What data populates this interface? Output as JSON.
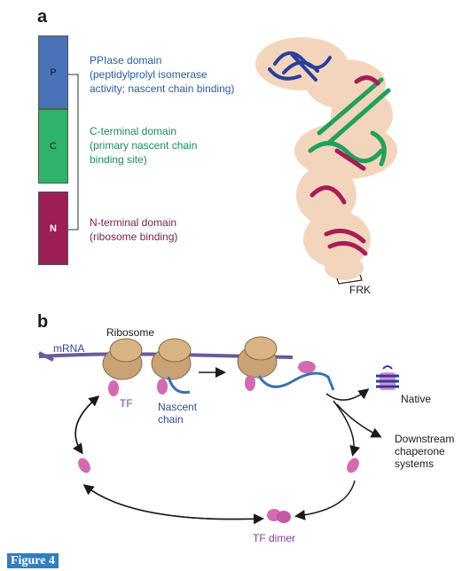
{
  "panel_a": {
    "letter": "a",
    "domains": [
      {
        "letter": "P",
        "label_lines": [
          "PPIase domain",
          "(peptidylprolyl isomerase",
          "activity; nascent chain binding)"
        ],
        "color": "#4a72b8"
      },
      {
        "letter": "C",
        "label_lines": [
          "C-terminal domain",
          "(primary nascent chain",
          "binding site)"
        ],
        "color": "#2fb36a"
      },
      {
        "letter": "N",
        "label_lines": [
          "N-terminal domain",
          "(ribosome binding)"
        ],
        "color": "#9b1f55"
      }
    ],
    "structure_label": "FRK"
  },
  "panel_b": {
    "letter": "b",
    "labels": {
      "ribosome": "Ribosome",
      "mrna": "mRNA",
      "tf": "TF",
      "nascent_line1": "Nascent",
      "nascent_line2": "chain",
      "native": "Native",
      "downstream_line1": "Downstream",
      "downstream_line2": "chaperone",
      "downstream_line3": "systems",
      "tf_dimer": "TF dimer"
    }
  },
  "caption": "Figure 4",
  "colors": {
    "tf_pink": "#d36bb0",
    "ribosome": "#c9a276",
    "mrna": "#6a5a9a",
    "nascent": "#3d6fb3"
  }
}
